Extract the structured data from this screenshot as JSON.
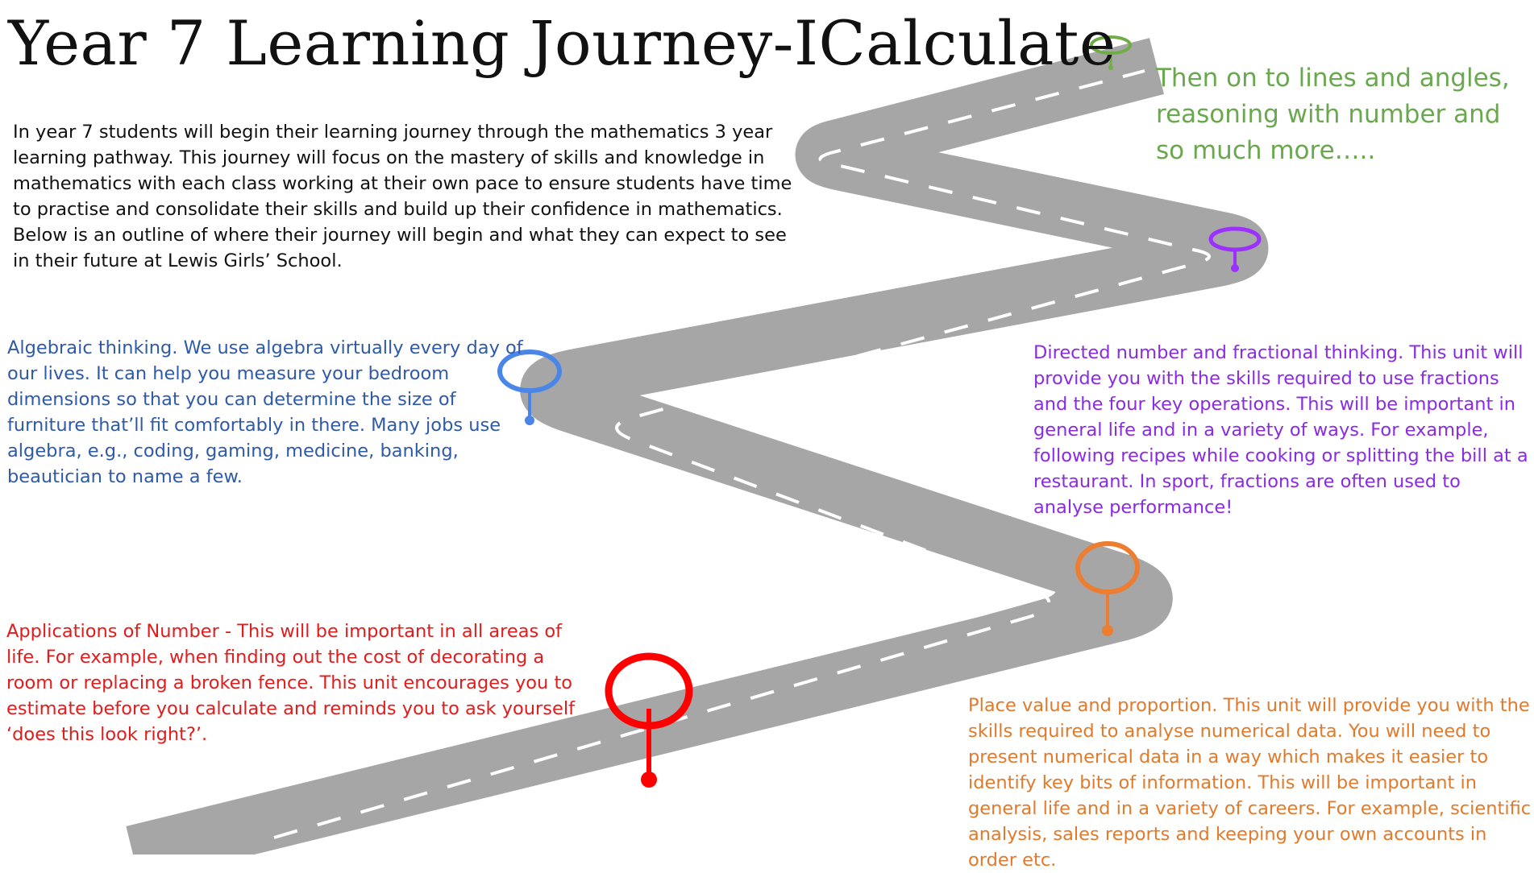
{
  "title": "Year 7 Learning Journey-ICalculate",
  "intro": "In year 7 students will begin their learning journey through the mathematics 3 year learning pathway. This journey will focus on the mastery of skills and knowledge in mathematics with each class working at their own pace to ensure students have time to practise and consolidate their skills and build up their confidence in mathematics. Below is an outline of where their journey will begin and what they can expect to see in their future at Lewis Girls’ School.",
  "stages": {
    "applications": "Applications of Number - This will be important in all areas of life. For example, when finding out the cost of decorating a room or replacing a broken fence. This unit encourages you to estimate before you calculate and reminds you to ask yourself ‘does this look right?’.",
    "place_value": "Place value and proportion. This unit will provide you with the skills required to analyse numerical data. You will need to present numerical data in a way which makes it easier to identify key bits of information. This will be important in general life and in a variety of careers. For example, scientific analysis, sales reports and keeping your own accounts in order etc.",
    "algebra": "Algebraic thinking. We use algebra virtually every day of our lives. It can help you measure your bedroom dimensions so that you can determine the size of furniture that’ll fit comfortably in there. Many jobs use algebra, e.g., coding, gaming, medicine, banking, beautician to name a few.",
    "directed": "Directed number and fractional thinking. This unit will provide you with the skills required to use fractions and the four key operations.  This will be important in general life and in a variety of ways. For example, following recipes while cooking or splitting the bill at a restaurant. In sport, fractions are often used to analyse performance!",
    "lines_angles": "Then on to lines and angles, reasoning with number and so much more….."
  },
  "colors": {
    "road": "#a6a6a6",
    "lane_marking": "#ffffff",
    "applications": "#ff0000",
    "place_value": "#ed7d31",
    "algebra": "#4a86e8",
    "directed": "#9b30ff",
    "lines_angles": "#70ad47",
    "intro_text": "#111111"
  },
  "icons": {
    "map_pin": "map-pin-icon"
  }
}
